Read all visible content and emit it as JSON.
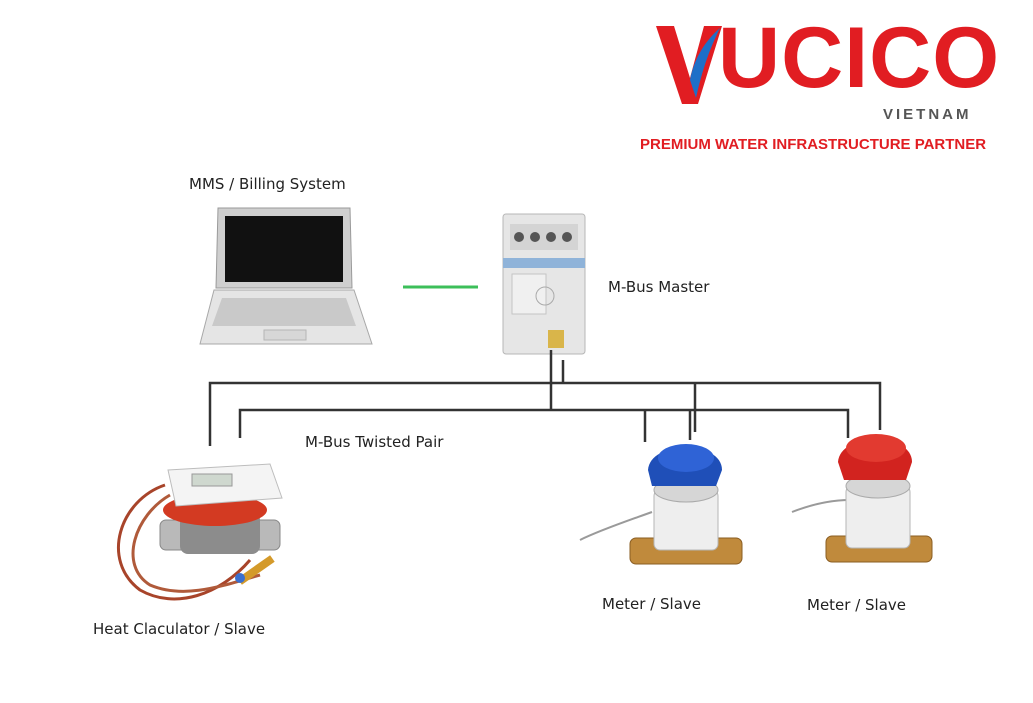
{
  "brand": {
    "name": "UCICO",
    "subtitle": "VIETNAM",
    "tagline": "PREMIUM WATER INFRASTRUCTURE PARTNER",
    "colors": {
      "brand_red": "#e11d22",
      "brand_blue": "#1e6fc8",
      "subtitle_gray": "#555555"
    }
  },
  "labels": {
    "billing": "MMS / Billing System",
    "master": "M-Bus Master",
    "bus": "M-Bus Twisted Pair",
    "heat": "Heat Claculator / Slave",
    "meter1": "Meter / Slave",
    "meter2": "Meter / Slave"
  },
  "icons": [
    "laptop-icon",
    "mbus-master-icon",
    "heat-calculator-icon",
    "water-meter-blue-icon",
    "water-meter-red-icon"
  ],
  "colors": {
    "link_line": "#3cbf5a",
    "bus_line": "#333333",
    "meter_blue": "#1f4fb8",
    "meter_red": "#d2231f",
    "brass": "#c08a3c"
  }
}
